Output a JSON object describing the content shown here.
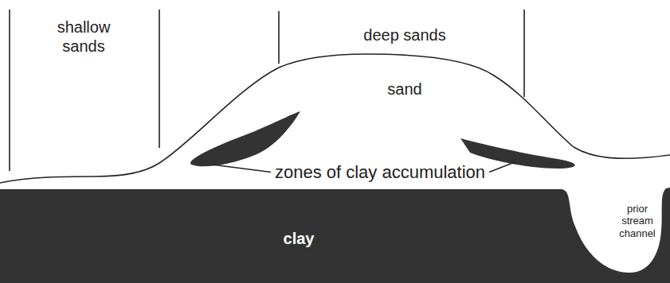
{
  "diagram": {
    "nodes": [
      {
        "text": [
          "clay"
        ]
      },
      {
        "text": [
          "prior stream channel"
        ],
        "in": 0
      }
    ],
    "labels": [
      "shallow sands",
      "deep sands",
      "sand",
      "zones of clay accumulation"
    ]
  }
}
